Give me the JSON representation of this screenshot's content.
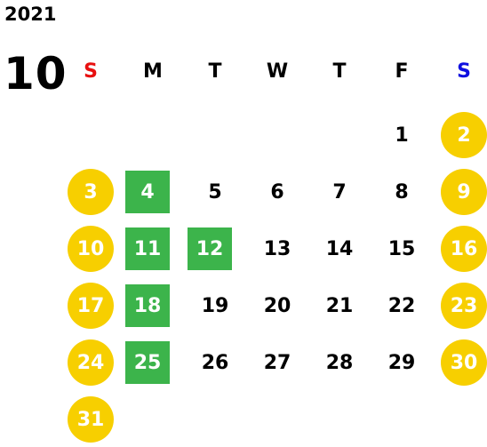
{
  "calendar": {
    "year": "2021",
    "month": "10",
    "weekdays": [
      {
        "label": "S",
        "color": "#e81010"
      },
      {
        "label": "M",
        "color": "#000000"
      },
      {
        "label": "T",
        "color": "#000000"
      },
      {
        "label": "W",
        "color": "#000000"
      },
      {
        "label": "T",
        "color": "#000000"
      },
      {
        "label": "F",
        "color": "#000000"
      },
      {
        "label": "S",
        "color": "#1010e0"
      }
    ],
    "colors": {
      "weekend_circle": "#f7cf00",
      "highlight_square": "#3cb44b"
    },
    "weeks": [
      [
        null,
        null,
        null,
        null,
        null,
        {
          "day": "1"
        },
        {
          "day": "2",
          "style": "circle"
        }
      ],
      [
        {
          "day": "3",
          "style": "circle"
        },
        {
          "day": "4",
          "style": "green"
        },
        {
          "day": "5"
        },
        {
          "day": "6"
        },
        {
          "day": "7"
        },
        {
          "day": "8"
        },
        {
          "day": "9",
          "style": "circle"
        }
      ],
      [
        {
          "day": "10",
          "style": "circle"
        },
        {
          "day": "11",
          "style": "green"
        },
        {
          "day": "12",
          "style": "green"
        },
        {
          "day": "13"
        },
        {
          "day": "14"
        },
        {
          "day": "15"
        },
        {
          "day": "16",
          "style": "circle"
        }
      ],
      [
        {
          "day": "17",
          "style": "circle"
        },
        {
          "day": "18",
          "style": "green"
        },
        {
          "day": "19"
        },
        {
          "day": "20"
        },
        {
          "day": "21"
        },
        {
          "day": "22"
        },
        {
          "day": "23",
          "style": "circle"
        }
      ],
      [
        {
          "day": "24",
          "style": "circle"
        },
        {
          "day": "25",
          "style": "green"
        },
        {
          "day": "26"
        },
        {
          "day": "27"
        },
        {
          "day": "28"
        },
        {
          "day": "29"
        },
        {
          "day": "30",
          "style": "circle"
        }
      ],
      [
        {
          "day": "31",
          "style": "circle"
        },
        null,
        null,
        null,
        null,
        null,
        null
      ]
    ]
  }
}
